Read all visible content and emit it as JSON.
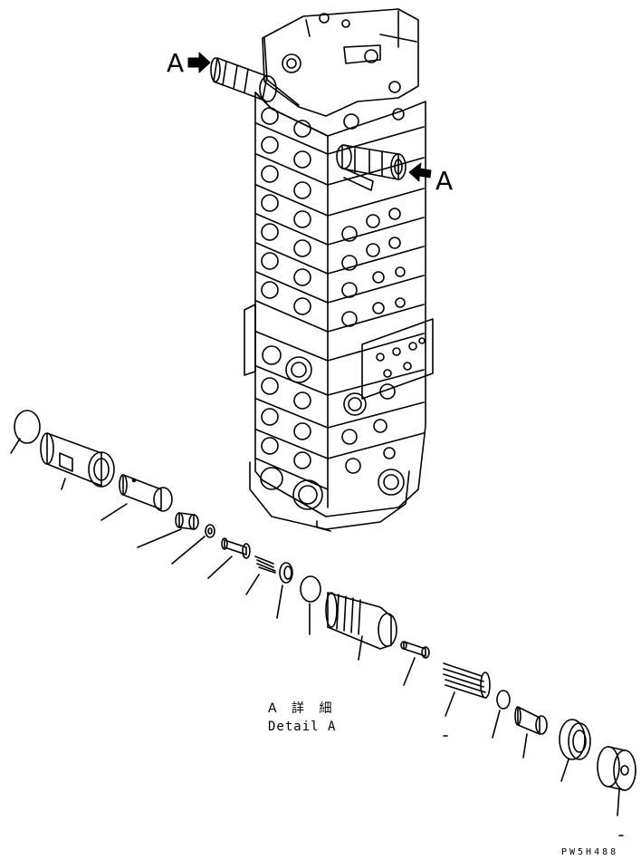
{
  "labels": {
    "view_marker_upper": "A",
    "view_marker_right": "A",
    "caption_jp": "A 詳 細",
    "caption_en": "Detail A",
    "drawing_code": "PW5H488"
  },
  "colors": {
    "line": "#000000",
    "background": "#ffffff"
  }
}
